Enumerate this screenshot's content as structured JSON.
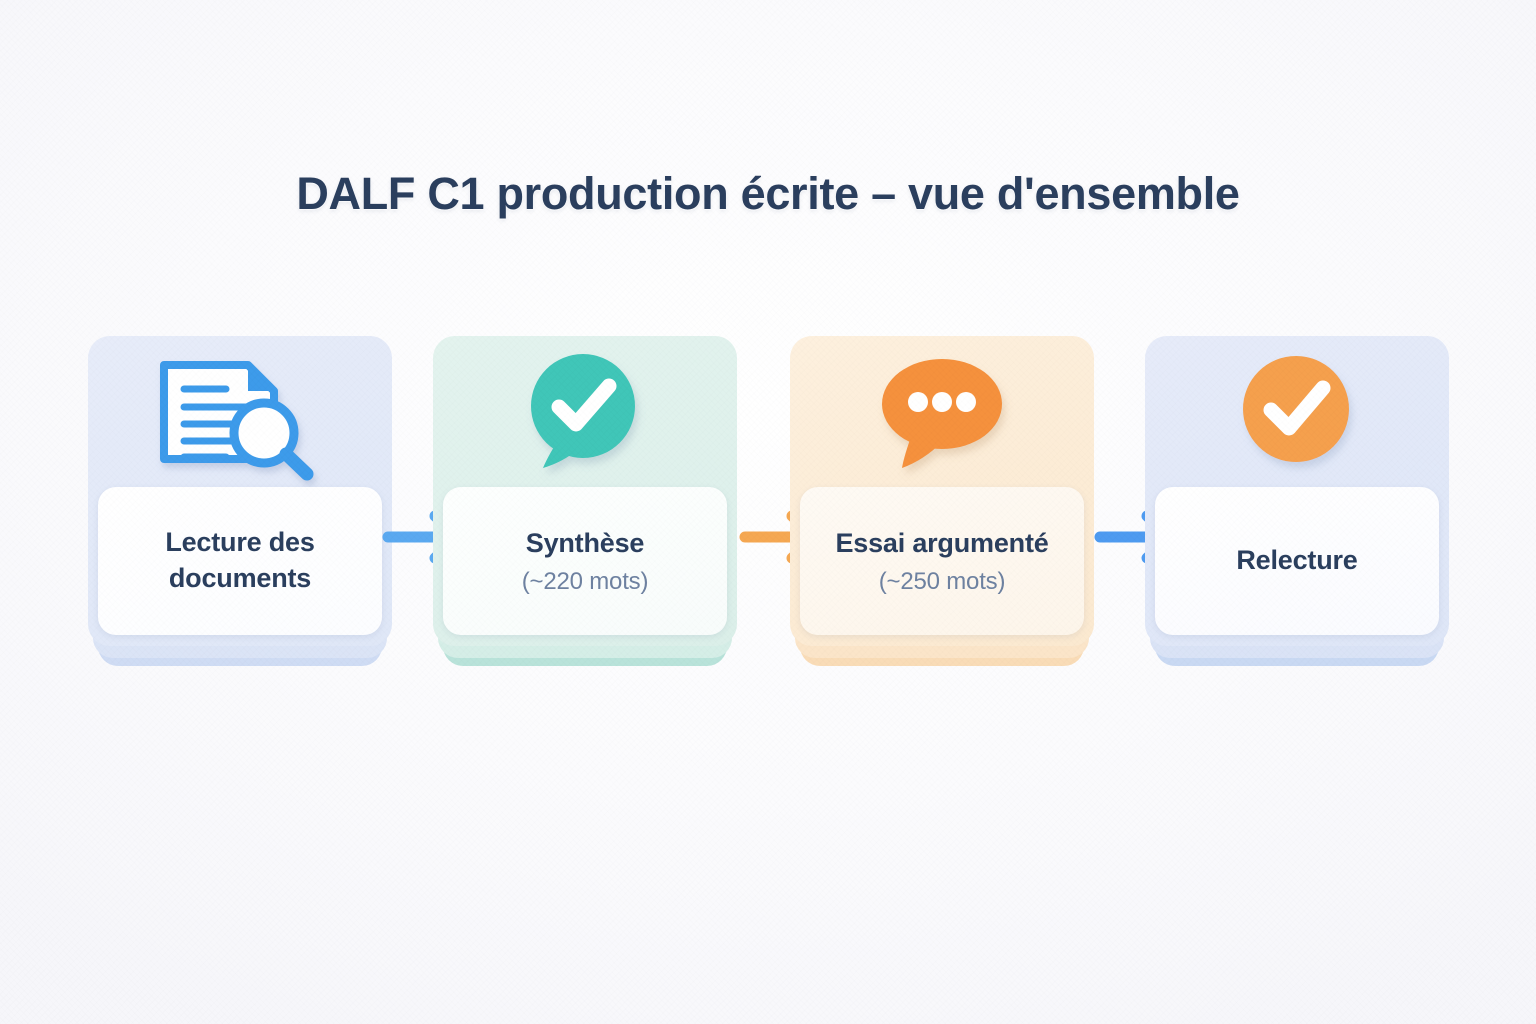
{
  "page": {
    "title": "DALF C1 production écrite – vue d'ensemble",
    "background_color": "#fafafc",
    "title_color": "#2b3f5e"
  },
  "flow": {
    "steps": [
      {
        "id": "lecture-des-documents",
        "label": "Lecture des documents",
        "subtitle": "",
        "icon": "document-search-icon",
        "icon_color": "#3d9bea",
        "card_color": "#e4e9f7",
        "inner_card_color": "#ffffff"
      },
      {
        "id": "synthese",
        "label": "Synthèse",
        "subtitle": "(~220 mots)",
        "icon": "speech-bubble-check-icon",
        "icon_color": "#3fc6b8",
        "card_color": "#e0f2ee",
        "inner_card_color": "#f8fcfb"
      },
      {
        "id": "essai-argumente",
        "label": "Essai argumenté",
        "subtitle": "(~250 mots)",
        "icon": "speech-bubble-dots-icon",
        "icon_color": "#f5913e",
        "card_color": "#fdeedc",
        "inner_card_color": "#fdf6ee"
      },
      {
        "id": "relecture",
        "label": "Relecture",
        "subtitle": "",
        "icon": "circle-check-icon",
        "icon_color": "#f5a04e",
        "card_color": "#e3eaf8",
        "inner_card_color": "#ffffff"
      }
    ],
    "arrows": [
      {
        "id": "arrow-1",
        "from": "lecture-des-documents",
        "to": "synthese",
        "color": "#5aa9f0",
        "icon": "arrow-right-icon"
      },
      {
        "id": "arrow-2",
        "from": "synthese",
        "to": "essai-argumente",
        "color": "#f5a852",
        "icon": "arrow-right-icon"
      },
      {
        "id": "arrow-3",
        "from": "essai-argumente",
        "to": "relecture",
        "color": "#4e9bf0",
        "icon": "arrow-right-icon"
      }
    ]
  }
}
